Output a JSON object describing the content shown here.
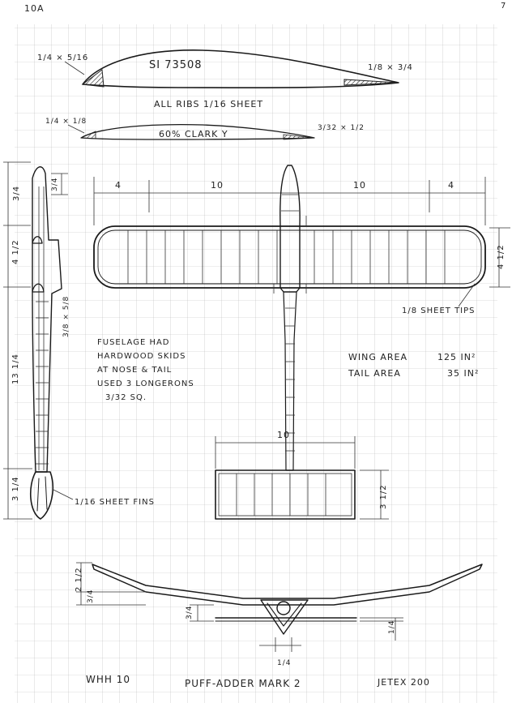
{
  "page": {
    "number": "10A",
    "corner_mark": "7"
  },
  "airfoils": {
    "wing_section": "SI 73508",
    "wing_le_size": "1/4 × 5/16",
    "wing_te_size": "1/8 × 3/4",
    "ribs_note": "ALL RIBS 1/16 SHEET",
    "tail_section": "60% CLARK Y",
    "tail_le_size": "1/4 × 1/8",
    "tail_te_size": "3/32 × 1/2"
  },
  "plan": {
    "wing_dims": [
      "4",
      "10",
      "10",
      "4"
    ],
    "chord": "4 1/2",
    "tips_note": "1/8 SHEET TIPS",
    "tail_span": "10",
    "tail_chord": "3 1/2"
  },
  "side": {
    "nose_dim": "3/4",
    "nose_inner": "3/4",
    "wing_mount": "4 1/2",
    "crutch": "3/8 × 5/8",
    "tail_boom": "13 1/4",
    "fin_height": "3 1/4",
    "fins_note": "1/16 SHEET FINS"
  },
  "notes": {
    "fuselage": [
      "FUSELAGE HAD",
      "HARDWOOD SKIDS",
      "AT NOSE & TAIL",
      "USED 3 LONGERONS",
      "3/32 SQ."
    ]
  },
  "areas": {
    "wing_label": "WING AREA",
    "wing_value": "125 IN²",
    "tail_label": "TAIL AREA",
    "tail_value": "35 IN²"
  },
  "front": {
    "dihedral": "2 1/2",
    "center": "3/4",
    "pylon": "3/4",
    "stab": "1/4",
    "pylon_width": "1/4"
  },
  "title_block": {
    "designer": "WHH 10",
    "model": "PUFF-ADDER MARK 2",
    "engine": "JETEX 200"
  }
}
